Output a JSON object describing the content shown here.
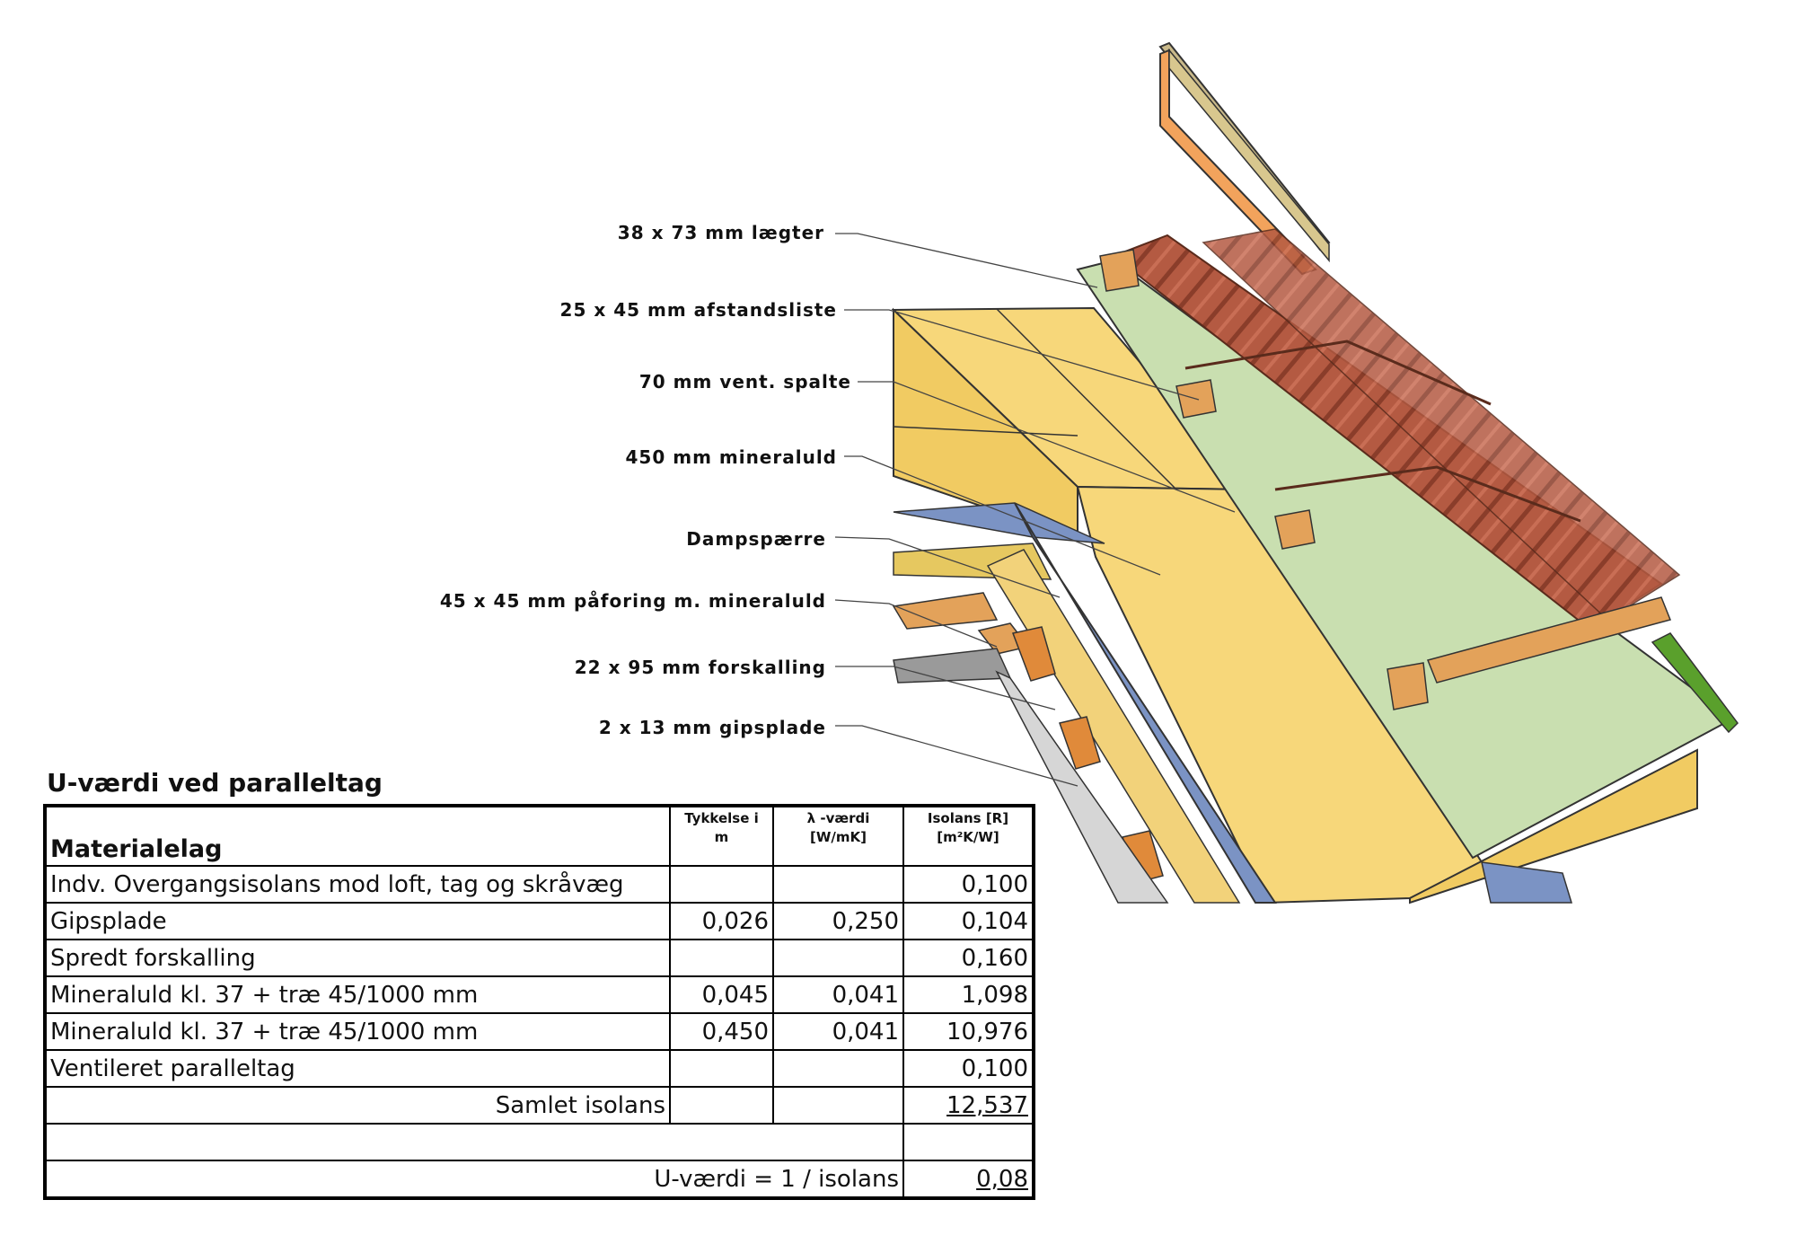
{
  "callouts": [
    {
      "id": "laegter",
      "text": "38 x 73 mm lægter"
    },
    {
      "id": "afstandsliste",
      "text": "25 x 45 mm afstandsliste"
    },
    {
      "id": "vent_spalte",
      "text": "70 mm vent. spalte"
    },
    {
      "id": "mineraluld",
      "text": "450 mm mineraluld"
    },
    {
      "id": "dampspaerre",
      "text": "Dampspærre"
    },
    {
      "id": "paforing",
      "text": "45 x 45 mm påforing m. mineraluld"
    },
    {
      "id": "forskalling",
      "text": "22 x 95 mm forskalling"
    },
    {
      "id": "gipsplade",
      "text": "2 x 13 mm gipsplade"
    }
  ],
  "table": {
    "title": "U-værdi ved paralleltag",
    "header": {
      "material": "Materialelag",
      "thickness_1": "Tykkelse i",
      "thickness_2": "m",
      "lambda_1": "λ -værdi",
      "lambda_2": "[W/mK]",
      "isolans_1": "Isolans [R]",
      "isolans_2": "[m²K/W]"
    },
    "rows": [
      {
        "material": "Indv. Overgangsisolans mod loft, tag og skråvæg",
        "thickness": "",
        "lambda": "",
        "isolans": "0,100"
      },
      {
        "material": "Gipsplade",
        "thickness": "0,026",
        "lambda": "0,250",
        "isolans": "0,104"
      },
      {
        "material": "Spredt forskalling",
        "thickness": "",
        "lambda": "",
        "isolans": "0,160"
      },
      {
        "material": "Mineraluld kl. 37 + træ 45/1000 mm",
        "thickness": "0,045",
        "lambda": "0,041",
        "isolans": "1,098"
      },
      {
        "material": "Mineraluld kl. 37 + træ 45/1000 mm",
        "thickness": "0,450",
        "lambda": "0,041",
        "isolans": "10,976"
      },
      {
        "material": "Ventileret paralleltag",
        "thickness": "",
        "lambda": "",
        "isolans": "0,100"
      }
    ],
    "total_label": "Samlet isolans",
    "total_value": "12,537",
    "u_label": "U-værdi = 1 / isolans",
    "u_value": "0,08"
  },
  "colors": {
    "tile": "#b45a42",
    "tile_dark": "#8a3d2a",
    "batten": "#e3a25a",
    "membrane": "#c9dfb0",
    "insulation": "#f7d77a",
    "insulation_side": "#f1cb62",
    "vapor_barrier": "#7b93c4",
    "gypsum": "#cfcfcf",
    "fascia": "#f2a35c",
    "fascia_edge": "#c9b98a",
    "green_edge": "#5aa02c"
  }
}
